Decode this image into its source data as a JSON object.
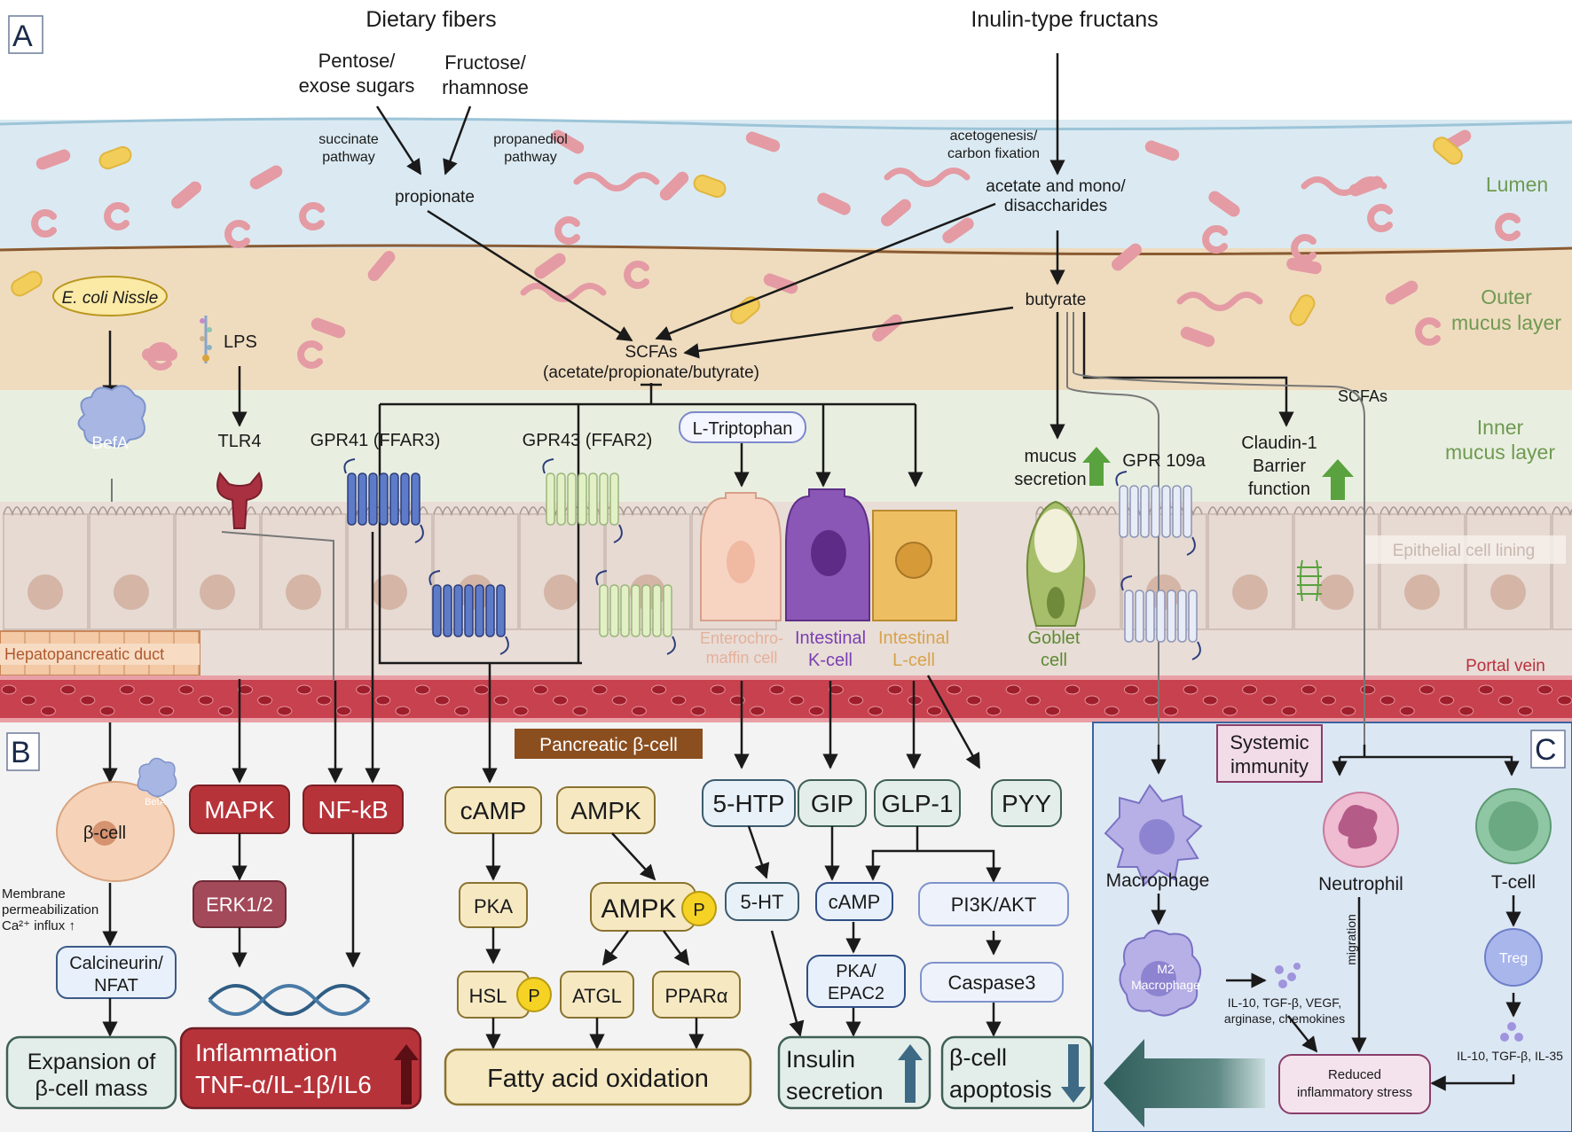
{
  "panels": {
    "a": "A",
    "b": "B",
    "c": "C"
  },
  "sources": {
    "dietary_fibers": "Dietary fibers",
    "inulin": "Inulin-type fructans",
    "pentose_1": "Pentose/",
    "pentose_2": "exose sugars",
    "fructose_1": "Fructose/",
    "fructose_2": "rhamnose",
    "succinate_1": "succinate",
    "succinate_2": "pathway",
    "propanediol_1": "propanediol",
    "propanediol_2": "pathway",
    "propionate": "propionate",
    "acetogenesis_1": "acetogenesis/",
    "acetogenesis_2": "carbon fixation",
    "acetate_1": "acetate and mono/",
    "acetate_2": "disaccharides",
    "butyrate": "butyrate",
    "scfas_1": "SCFAs",
    "scfas_2": "(acetate/propionate/butyrate)",
    "scfas_right": "SCFAs"
  },
  "layers": {
    "lumen": "Lumen",
    "outer_1": "Outer",
    "outer_2": "mucus layer",
    "inner_1": "Inner",
    "inner_2": "mucus layer",
    "epithelial": "Epithelial cell lining",
    "portal": "Portal vein",
    "duct": "Hepatopancreatic duct"
  },
  "epithelium": {
    "ecoli": "E. coli Nissle",
    "befa": "BefA",
    "lps": "LPS",
    "tlr4": "TLR4",
    "gpr41": "GPR41 (FFAR3)",
    "gpr43": "GPR43 (FFAR2)",
    "ltrip": "L-Triptophan",
    "ec_1": "Enterochro-",
    "ec_2": "maffin cell",
    "k_1": "Intestinal",
    "k_2": "K-cell",
    "l_1": "Intestinal",
    "l_2": "L-cell",
    "mucus_1": "mucus",
    "mucus_2": "secretion",
    "goblet_1": "Goblet",
    "goblet_2": "cell",
    "gpr109a": "GPR 109a",
    "claudin_1": "Claudin-1",
    "claudin_2": "Barrier",
    "claudin_3": "function"
  },
  "pancreas": {
    "title": "Pancreatic β-cell",
    "beta_cell": "β-cell",
    "befa_small": "BefA",
    "membrane_1": "Membrane",
    "membrane_2": "permeabilization",
    "membrane_3": "Ca²⁺ influx ↑",
    "calcineurin_1": "Calcineurin/",
    "calcineurin_2": "NFAT",
    "expansion_1": "Expansion of",
    "expansion_2": "β-cell mass",
    "mapk": "MAPK",
    "nfkb": "NF-kB",
    "erk": "ERK1/2",
    "inflam_1": "Inflammation",
    "inflam_2": "TNF-α/IL-1β/IL6",
    "camp": "cAMP",
    "ampk": "AMPK",
    "pka": "PKA",
    "ampk_p": "AMPK",
    "p": "P",
    "hsl": "HSL",
    "atgl": "ATGL",
    "ppar": "PPARα",
    "fao": "Fatty acid oxidation",
    "htp": "5-HTP",
    "gip": "GIP",
    "glp1": "GLP-1",
    "pyy": "PYY",
    "ht": "5-HT",
    "camp2": "cAMP",
    "pi3k": "PI3K/AKT",
    "pka_epac_1": "PKA/",
    "pka_epac_2": "EPAC2",
    "caspase": "Caspase3",
    "insulin_1": "Insulin",
    "insulin_2": "secretion",
    "apop_1": "β-cell",
    "apop_2": "apoptosis"
  },
  "immunity": {
    "title_1": "Systemic",
    "title_2": "immunity",
    "macrophage": "Macrophage",
    "m2_1": "M2",
    "m2_2": "Macrophage",
    "neutrophil": "Neutrophil",
    "tcell": "T-cell",
    "treg": "Treg",
    "migration": "migration",
    "il10_1": "IL-10, TGF-β, VEGF,",
    "il10_2": "arginase, chemokines",
    "il35": "IL-10, TGF-β, IL-35",
    "reduced_1": "Reduced",
    "reduced_2": "inflammatory stress"
  },
  "colors": {
    "lumen": "#dbeaf2",
    "outer": "#efdcbf",
    "inner": "#e9efe0",
    "epithelial": "#e8ddd7",
    "vein": "#c8414e",
    "panel_b": "#f3f3f3",
    "panel_c": "#dce7f4",
    "red_box": "#b7333a",
    "yellow_box": "#f6e9c2",
    "blue_box": "#e8f0fb",
    "teal_box": "#e3eeea",
    "green": "#5aa23f"
  }
}
